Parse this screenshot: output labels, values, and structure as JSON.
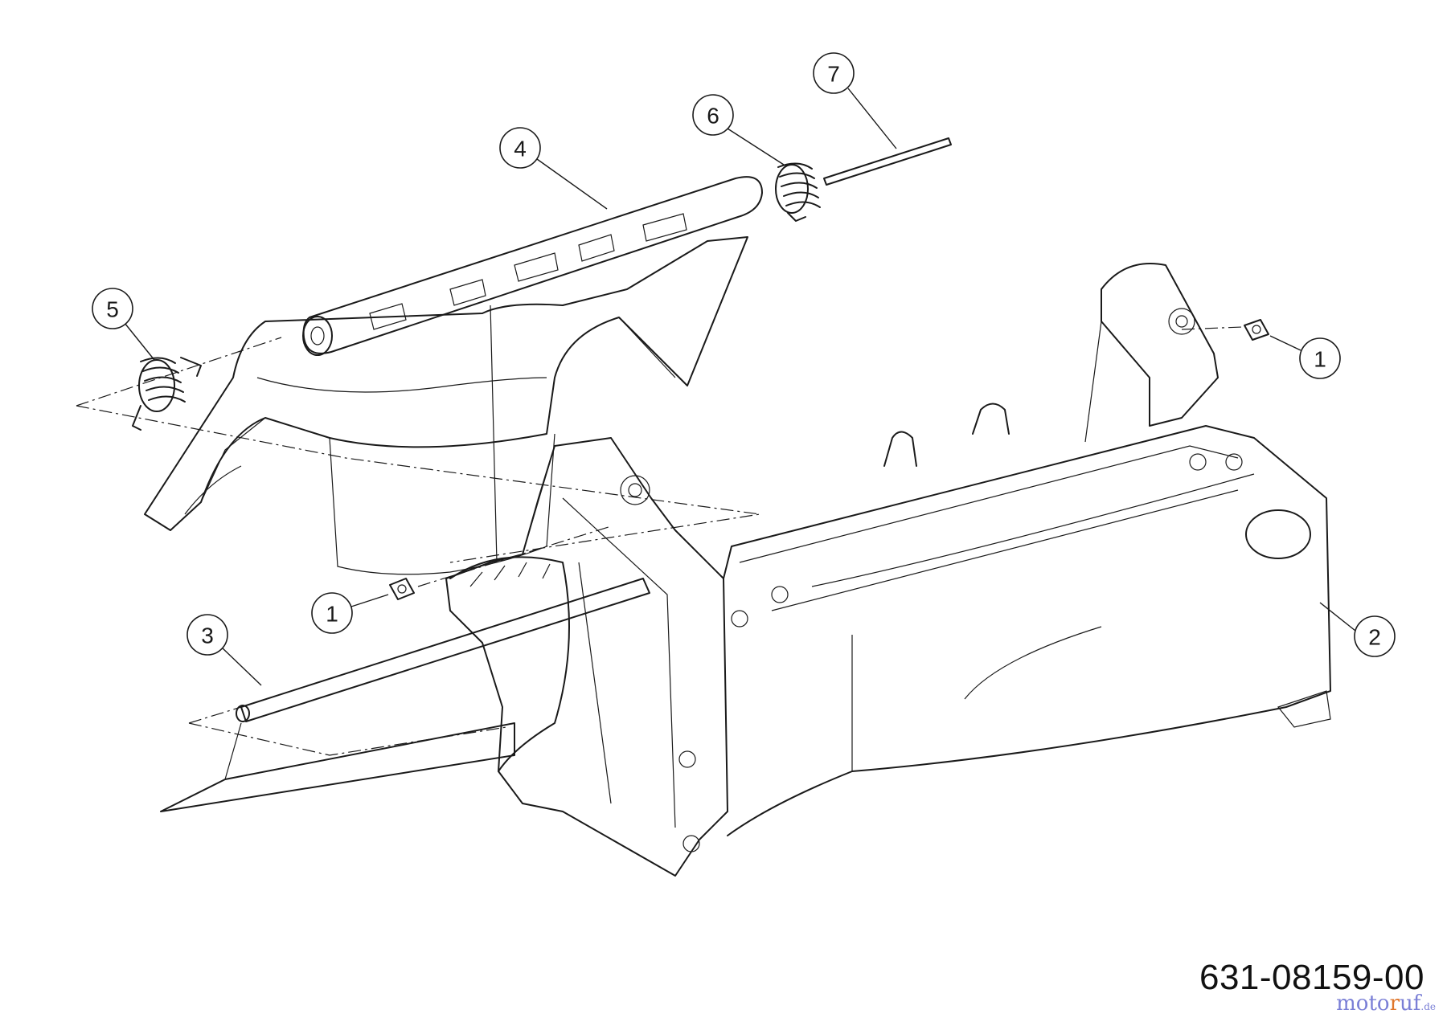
{
  "callouts": [
    {
      "id": "c1a",
      "label": "1"
    },
    {
      "id": "c1b",
      "label": "1"
    },
    {
      "id": "c2",
      "label": "2"
    },
    {
      "id": "c3",
      "label": "3"
    },
    {
      "id": "c4",
      "label": "4"
    },
    {
      "id": "c5",
      "label": "5"
    },
    {
      "id": "c6",
      "label": "6"
    },
    {
      "id": "c7",
      "label": "7"
    }
  ],
  "part_number": "631-08159-00",
  "watermark": {
    "main": "moto",
    "r": "r",
    "end": "uf",
    "tld": ".de"
  }
}
